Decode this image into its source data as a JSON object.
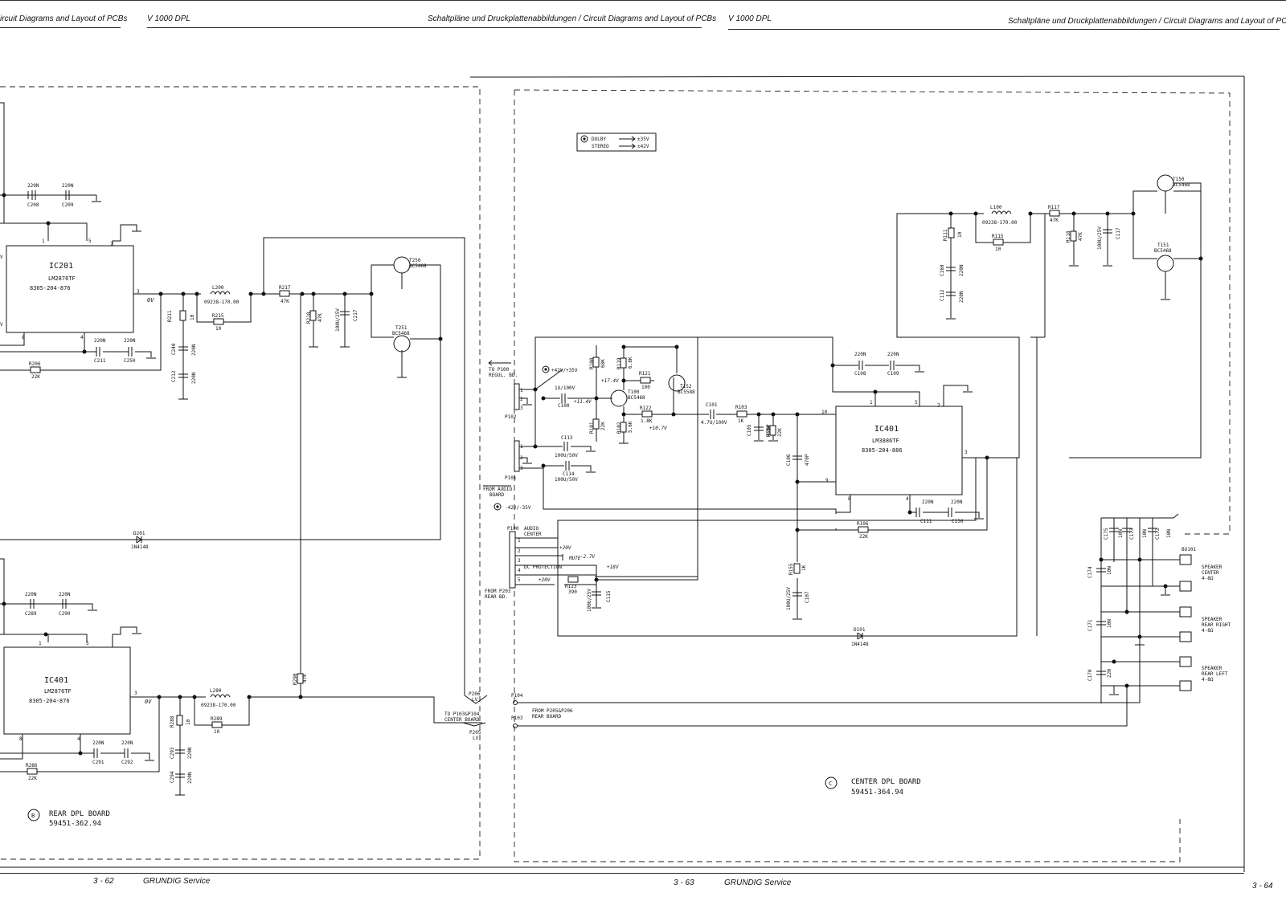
{
  "header": {
    "left_title": "ircuit Diagrams and Layout of PCBs",
    "model_left": "V 1000 DPL",
    "center_title": "Schaltpläne und Druckplattenabbildungen / Circuit Diagrams and Layout of PCBs",
    "model_right": "V 1000 DPL",
    "right_title": "Schaltpläne und Druckplattenabbildungen / Circuit Diagrams and Layout of PCBs"
  },
  "footer": {
    "page_left": "3 - 62",
    "brand_left": "GRUNDIG Service",
    "page_center": "3 - 63",
    "brand_right": "GRUNDIG Service",
    "page_right": "3 - 64"
  },
  "legend": {
    "dolby": "DOLBY",
    "dolby_v": "±35V",
    "stereo": "STEREO",
    "stereo_v": "±42V"
  },
  "boards": {
    "rear": {
      "marker": "B",
      "name": "REAR DPL BOARD",
      "part": "59451-362.94"
    },
    "center": {
      "marker": "C",
      "name": "CENTER DPL BOARD",
      "part": "59451-364.94"
    }
  },
  "ics": {
    "ic201": {
      "name": "IC201",
      "type": "LM2876TF",
      "part": "8305-204-876"
    },
    "ic401_rear": {
      "name": "IC401",
      "type": "LM2876TF",
      "part": "8305-204-876"
    },
    "ic401_center": {
      "name": "IC401",
      "type": "LM3886TF",
      "part": "8305-204-886"
    }
  },
  "pins": {
    "p1": "1",
    "p3": "3",
    "p4": "4",
    "p5": "5",
    "p7": "7",
    "p8": "8",
    "p9": "9",
    "p10": "10",
    "p2": "2"
  },
  "rear_labels": {
    "c208": "C208",
    "c209": "C209",
    "n220": "220N",
    "c211": "C211",
    "c250": "C250",
    "r206": "R206",
    "k22": "22K",
    "ov": "0V",
    "l200": "L200",
    "l200_part": "09238-170.00",
    "r215": "R215",
    "r10": "10",
    "r211": "R211",
    "c240": "C240",
    "c212": "C212",
    "r217": "R217",
    "k47": "47K",
    "r218": "R218",
    "c217": "C217",
    "cap100u25": "100U/25V",
    "t250": "T250",
    "t251": "T251",
    "bc5468": "BC5468",
    "d201": "D201",
    "n4148": "1N4148",
    "c289": "C289",
    "c290": "C290",
    "c291": "C291",
    "c292": "C292",
    "r286": "R286",
    "l280": "L280",
    "r289": "R289",
    "r288": "R288",
    "c293": "C293",
    "c294": "C294",
    "r290": "R290",
    "p206": "P206",
    "p205": "P205",
    "lv": "LV",
    "to_p103": "TO P103&P104",
    "center_board": "CENTER BOARD"
  },
  "center_labels": {
    "to_p100": "TO P100",
    "regul_bd": "REGUL. BD.",
    "plus42": "+42V/+35V",
    "minus42": "-42V/-35V",
    "p102": "P102",
    "p101": "P101",
    "from_audio": "FROM AUDIO",
    "board": "BOARD",
    "c100": "C100",
    "cap1u100": "1U/100V",
    "v114": "+11.4V",
    "r100": "R100",
    "k68": "68K",
    "r119": "R119",
    "k68b": "6.8K",
    "v174": "+17.4V",
    "t100": "T100",
    "bc5468": "BC5468",
    "r121": "R121",
    "r100v": "100",
    "t152": "T152",
    "bc5588": "BC5588",
    "r122": "R122",
    "k18": "1.8K",
    "v107": "+10.7V",
    "r101": "R101",
    "k22": "22K",
    "r102": "R102",
    "k56": "5.6K",
    "c113": "C113",
    "cap100u50": "100U/50V",
    "c114": "C114",
    "c101": "C101",
    "cap47u": "4.7U/100V",
    "r103": "R103",
    "k1": "1K",
    "c105": "C105",
    "p470": "470P",
    "r104": "R104",
    "c106": "C106",
    "c108": "C108",
    "c109": "C109",
    "n220": "220N",
    "c111": "C111",
    "c150": "C150",
    "r106": "R106",
    "d101": "D101",
    "n4148": "1N4148",
    "p100": "P100",
    "audio": "AUDIO",
    "center": "CENTER",
    "mute": "MUTE",
    "v20": "+20V",
    "v27": "-2.7V",
    "dc_prot": "DC PROTECTION",
    "v18": "+18V",
    "r123": "R123",
    "r390": "390",
    "c115": "C115",
    "cap100u25": "100U/25V",
    "from_p203": "FROM P203",
    "rear_bd": "REAR BD.",
    "r155": "R155",
    "c107": "C107",
    "l100": "L100",
    "l100_part": "09238-170.00",
    "r115": "R115",
    "r10": "10",
    "r111": "R111",
    "c160": "C160",
    "c112": "C112",
    "r117": "R117",
    "k47": "47K",
    "r118": "R118",
    "c117": "C117",
    "t150": "T150",
    "t151": "T151",
    "c175": "C175",
    "c173": "C173",
    "c172": "C172",
    "c174": "C174",
    "c171": "C171",
    "c170": "C170",
    "n10": "10N",
    "n22": "22N",
    "bu101": "BU101",
    "spk_center": "SPEAKER",
    "spk_center2": "CENTER",
    "ohm": "4-8Ω",
    "spk_rr": "SPEAKER",
    "spk_rr2": "REAR RIGHT",
    "spk_rl": "SPEAKER",
    "spk_rl2": "REAR LEFT",
    "p104": "P104",
    "p103": "P103",
    "from_p205": "FROM P205&P206",
    "rear_board": "REAR BOARD"
  }
}
